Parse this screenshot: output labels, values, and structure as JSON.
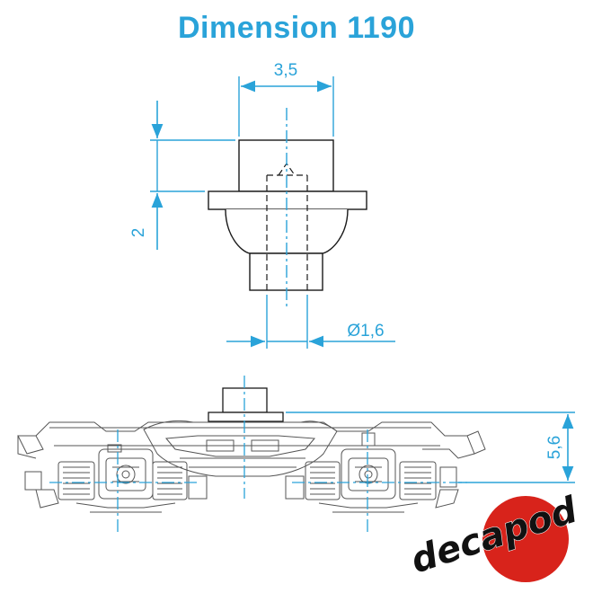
{
  "title": "Dimension 1190",
  "dimensions": {
    "width_top": "3,5",
    "height": "2",
    "diameter": "Ø1,6",
    "total_height": "5,6"
  },
  "logo": {
    "text": "decapod"
  },
  "colors": {
    "accent": "#2aa3d9",
    "ink": "#1a1a1a",
    "bogie_line": "#555555",
    "logo_red": "#d8231b",
    "logo_text": "#111111"
  },
  "icons": {
    "logo_mark": "red-circle-logo"
  }
}
